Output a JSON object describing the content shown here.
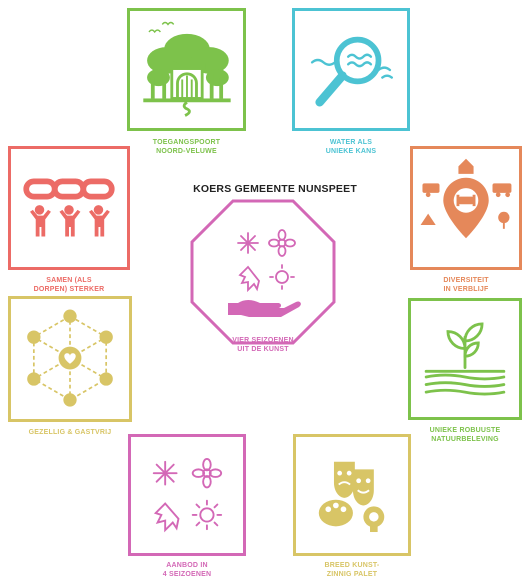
{
  "title": "KOERS GEMEENTE NUNSPEET",
  "colors": {
    "green": "#7dc24b",
    "cyan": "#4cc3d3",
    "red": "#ec6b66",
    "orange": "#e5885a",
    "yellow": "#d8c566",
    "magenta": "#d368b6",
    "dark": "#222222"
  },
  "tiles": {
    "toegangspoort": {
      "line1": "TOEGANGSPOORT",
      "line2": "NOORD-VELUWE",
      "icon": "forest-gate-icon"
    },
    "water": {
      "line1": "WATER ALS",
      "line2": "UNIEKE KANS",
      "icon": "magnifier-water-icon"
    },
    "samen": {
      "line1": "SAMEN (ALS",
      "line2": "DORPEN) STERKER",
      "icon": "chain-people-icon"
    },
    "diversiteit": {
      "line1": "DIVERSITEIT",
      "line2": "IN VERBLIJF",
      "icon": "map-pin-accommodation-icon"
    },
    "gezellig": {
      "line1": "GEZELLIG & GASTVRIJ",
      "icon": "hexagon-network-icon"
    },
    "natuur": {
      "line1": "UNIEKE ROBUUSTE",
      "line2": "NATUURBELEVING",
      "icon": "sprout-field-icon"
    },
    "aanbod": {
      "line1": "AANBOD IN",
      "line2": "4 SEIZOENEN",
      "icon": "four-seasons-icon"
    },
    "kunst": {
      "line1": "BREED KUNST-",
      "line2": "ZINNIG PALET",
      "icon": "theatre-masks-palette-icon"
    },
    "center": {
      "line1": "VIER SEIZOENEN",
      "line2": "UIT DE KUNST",
      "icon": "seasons-hand-icon"
    }
  }
}
